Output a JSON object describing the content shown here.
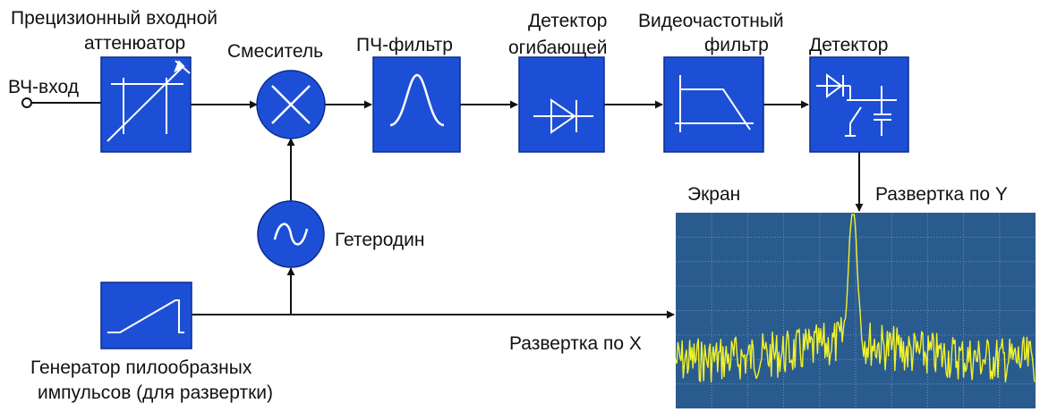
{
  "colors": {
    "block_fill": "#1d4fd6",
    "block_stroke": "#0c2a8c",
    "symbol": "#ffffff",
    "line": "#111111",
    "screen_bg": "#2a5b8f",
    "screen_grid": "#6f95bd",
    "trace": "#f2f22a"
  },
  "labels": {
    "attenuator_line1": "Прецизионный входной",
    "attenuator_line2": "аттенюатор",
    "rf_input": "ВЧ-вход",
    "mixer": "Смеситель",
    "if_filter": "ПЧ-фильтр",
    "envelope_detector_line1": "Детектор",
    "envelope_detector_line2": "огибающей",
    "video_filter_line1": "Видеочастотный",
    "video_filter_line2": "фильтр",
    "detector": "Детектор",
    "screen": "Экран",
    "sweep_y": "Развертка по Y",
    "local_oscillator": "Гетеродин",
    "sweep_x": "Развертка по X",
    "sawtooth_line1": "Генератор пилообразных",
    "sawtooth_line2": "импульсов (для развертки)"
  },
  "icons": {
    "attenuator": "variable-attenuator-icon",
    "mixer": "mixer-cross-icon",
    "if_filter": "bandpass-peak-icon",
    "envelope_detector": "diode-icon",
    "video_filter": "lowpass-icon",
    "detector": "diode-capacitor-switch-icon",
    "local_oscillator": "sine-wave-icon",
    "sawtooth": "sawtooth-wave-icon"
  }
}
